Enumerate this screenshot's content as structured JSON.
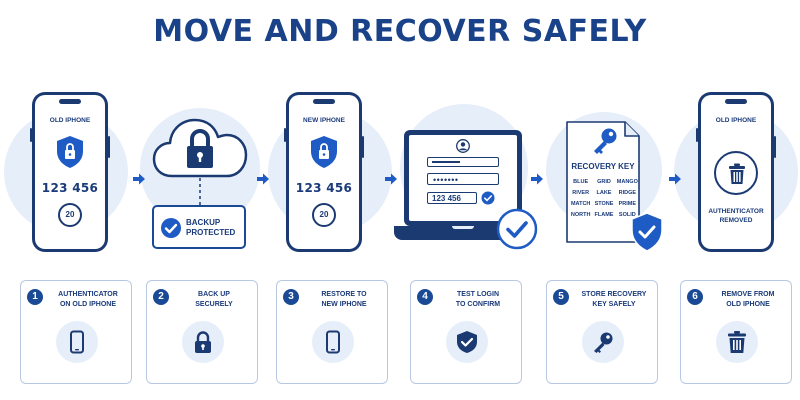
{
  "title": "MOVE AND RECOVER SAFELY",
  "old_phone": {
    "label": "OLD IPHONE",
    "code": "123 456",
    "timer": "20"
  },
  "cloud_backup": {
    "status_line1": "BACKUP",
    "status_line2": "PROTECTED"
  },
  "new_phone": {
    "label": "NEW IPHONE",
    "code": "123 456",
    "timer": "20"
  },
  "laptop": {
    "code_field": "123 456",
    "password_mask": "•••••••"
  },
  "recovery_doc": {
    "title": "RECOVERY KEY",
    "words": [
      "BLUE",
      "GRID",
      "MANGO",
      "RIVER",
      "LAKE",
      "RIDGE",
      "MATCH",
      "STONE",
      "PRIME",
      "NORTH",
      "FLAME",
      "SOLID"
    ]
  },
  "removed_phone": {
    "label": "OLD IPHONE",
    "status_line1": "AUTHENTICATOR",
    "status_line2": "REMOVED"
  },
  "steps": [
    {
      "num": "1",
      "line1": "AUTHENTICATOR",
      "line2": "ON OLD IPHONE",
      "icon": "phone-icon"
    },
    {
      "num": "2",
      "line1": "BACK UP",
      "line2": "SECURELY",
      "icon": "lock-icon"
    },
    {
      "num": "3",
      "line1": "RESTORE TO",
      "line2": "NEW IPHONE",
      "icon": "phone-icon"
    },
    {
      "num": "4",
      "line1": "TEST LOGIN",
      "line2": "TO CONFIRM",
      "icon": "shield-check-icon"
    },
    {
      "num": "5",
      "line1": "STORE RECOVERY",
      "line2": "KEY SAFELY",
      "icon": "key-icon"
    },
    {
      "num": "6",
      "line1": "REMOVE FROM",
      "line2": "OLD IPHONE",
      "icon": "trash-icon"
    }
  ],
  "colors": {
    "navy": "#1a4289",
    "dark_blue": "#1c3a72",
    "accent_blue": "#1f5bc4",
    "halo": "#e6eefa"
  }
}
